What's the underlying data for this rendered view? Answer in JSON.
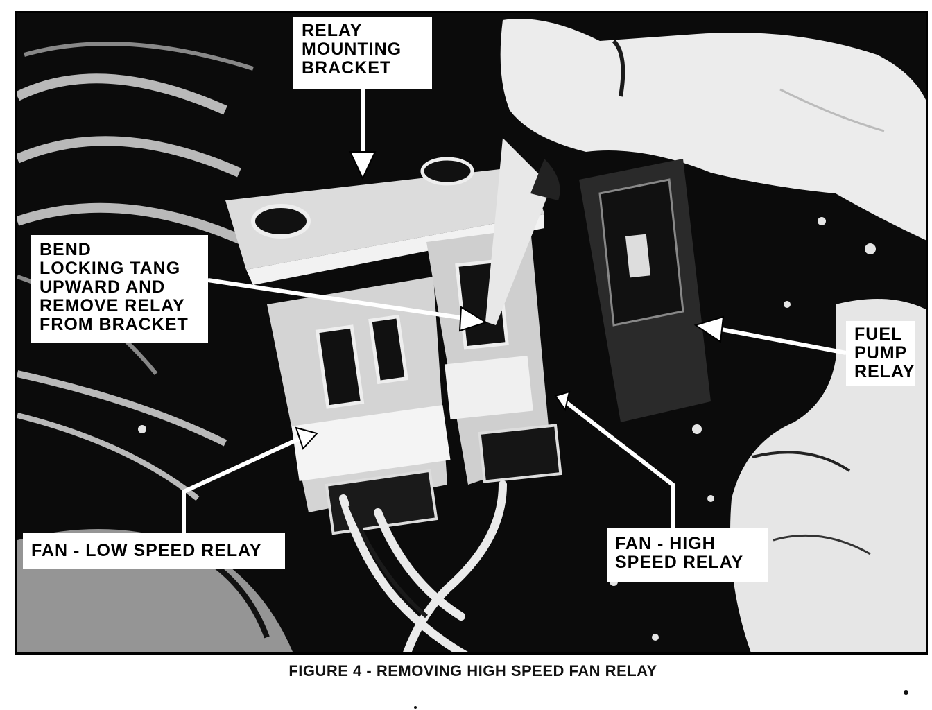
{
  "figure": {
    "caption": "FIGURE 4 - REMOVING HIGH SPEED FAN RELAY"
  },
  "labels": {
    "relay_mounting_bracket": "RELAY\nMOUNTING\nBRACKET",
    "bend_locking_tang": "BEND\nLOCKING TANG\nUPWARD AND\nREMOVE RELAY\nFROM BRACKET",
    "fuel_pump_relay": "FUEL\nPUMP\nRELAY",
    "fan_low_speed_relay": "FAN - LOW SPEED RELAY",
    "fan_high_speed_relay": "FAN - HIGH\nSPEED RELAY"
  },
  "colors": {
    "ink": "#000000",
    "paper": "#ffffff",
    "photo_dark": "#0b0b0b",
    "photo_light": "#e9e9e9"
  }
}
